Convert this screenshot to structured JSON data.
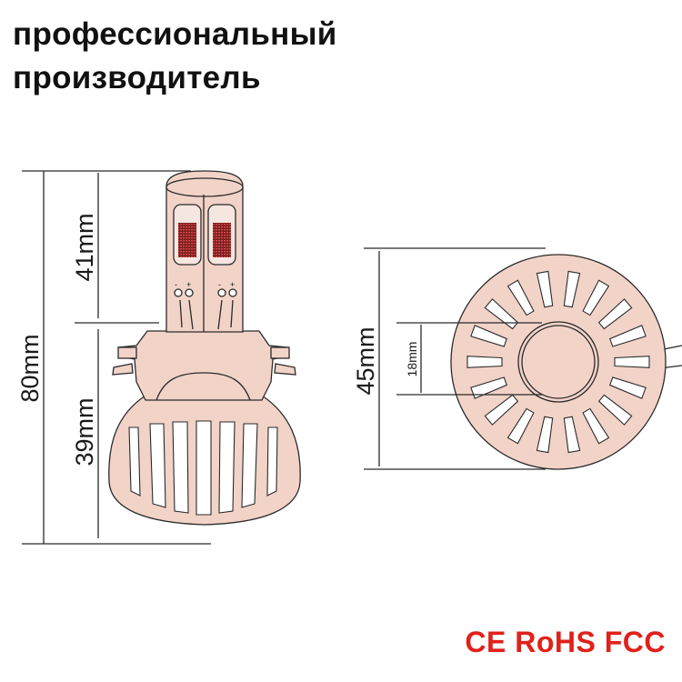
{
  "title": {
    "line1": "профессиональный",
    "line2": "производитель"
  },
  "side_view": {
    "total_height_label": "80mm",
    "upper_height_label": "41mm",
    "lower_height_label": "39mm",
    "polarity_left": [
      "-",
      "+"
    ],
    "polarity_right": [
      "-",
      "+"
    ]
  },
  "front_view": {
    "outer_diameter_label": "45mm",
    "inner_diameter_label": "18mm"
  },
  "certifications": "CE RoHS FCC",
  "colors": {
    "text": "#111111",
    "certifications": "#e0211b",
    "lines": "#2a2a2a",
    "bulb_fill": "#f2d3c8",
    "led_strip": "#cc2b2b"
  }
}
